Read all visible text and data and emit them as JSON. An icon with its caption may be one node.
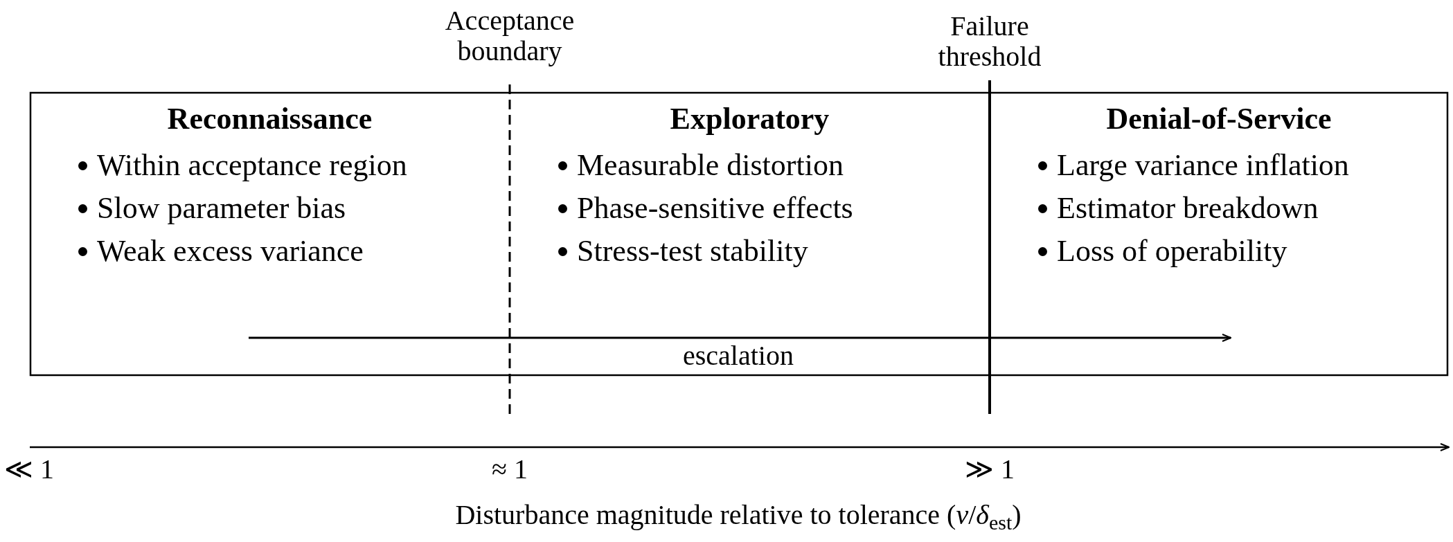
{
  "diagram": {
    "nodes": [
      {
        "text": [
          "Reconnaissance",
          "Within acceptance region",
          "Slow parameter bias",
          "Weak excess variance"
        ]
      },
      {
        "text": [
          "Exploratory",
          "Measurable distortion",
          "Phase-sensitive effects",
          "Stress-test stability"
        ]
      },
      {
        "text": [
          "Denial-of-Service",
          "Large variance inflation",
          "Estimator breakdown",
          "Loss of operability"
        ]
      }
    ],
    "edges": [],
    "labels": [
      "Acceptance boundary",
      "Failure threshold",
      "escalation",
      "≪ 1",
      "≈ 1",
      "≫ 1",
      "Disturbance magnitude relative to tolerance (*ν*/*δ*$_{est}$)"
    ]
  }
}
